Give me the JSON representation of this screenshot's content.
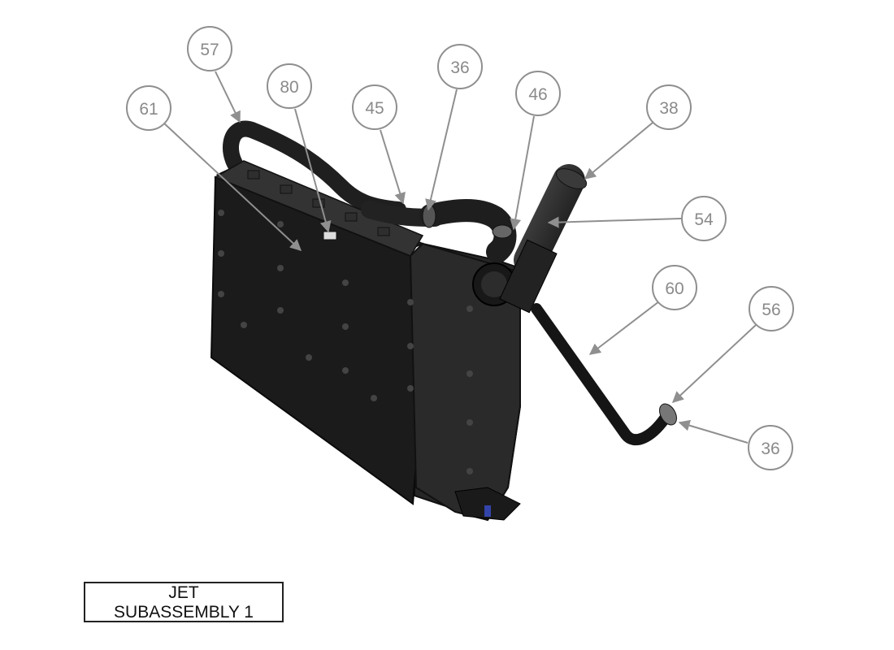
{
  "title_block": {
    "line1": "JET",
    "line2": "SUBASSEMBLY 1"
  },
  "balloons": [
    {
      "id": "b61",
      "label": "61"
    },
    {
      "id": "b57",
      "label": "57"
    },
    {
      "id": "b80",
      "label": "80"
    },
    {
      "id": "b45",
      "label": "45"
    },
    {
      "id": "b36a",
      "label": "36"
    },
    {
      "id": "b46",
      "label": "46"
    },
    {
      "id": "b38",
      "label": "38"
    },
    {
      "id": "b54",
      "label": "54"
    },
    {
      "id": "b60",
      "label": "60"
    },
    {
      "id": "b56",
      "label": "56"
    },
    {
      "id": "b36b",
      "label": "36"
    }
  ],
  "colors": {
    "balloon": "#8f8f8f",
    "part_body": "#1c1c1c",
    "part_highlight": "#3a3a3a"
  }
}
